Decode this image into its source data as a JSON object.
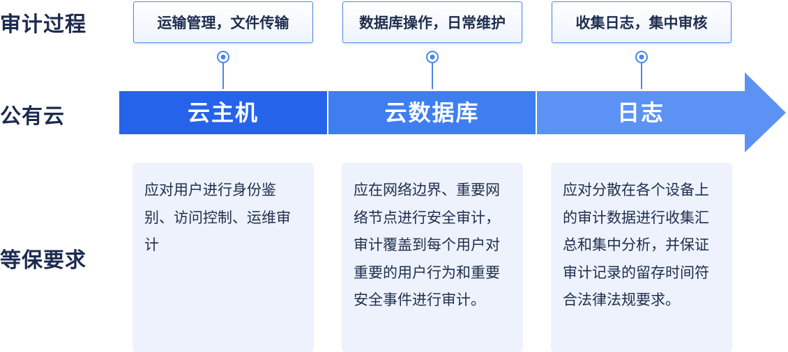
{
  "row_labels": {
    "audit_process": "审计过程",
    "public_cloud": "公有云",
    "compliance": "等保要求"
  },
  "process_steps": [
    {
      "label": "运输管理，文件传输"
    },
    {
      "label": "数据库操作，日常维护"
    },
    {
      "label": "收集日志，集中审核"
    }
  ],
  "cloud_segments": [
    {
      "label": "云主机",
      "color": "#2563eb"
    },
    {
      "label": "云数据库",
      "color": "#3f7ef0"
    },
    {
      "label": "日志",
      "color": "#5b92f3"
    }
  ],
  "requirements": [
    {
      "text": "应对用户进行身份鉴别、访问控制、运维审计"
    },
    {
      "text": "应在网络边界、重要网络节点进行安全审计，审计覆盖到每个用户对重要的用户行为和重要安全事件进行审计。"
    },
    {
      "text": "应对分散在各个设备上的审计数据进行收集汇总和集中分析，并保证审计记录的留存时间符合法律法规要求。"
    }
  ],
  "colors": {
    "accent": "#4a86e8",
    "text": "#1f2d4d",
    "box_bg": "#edf2fc"
  }
}
